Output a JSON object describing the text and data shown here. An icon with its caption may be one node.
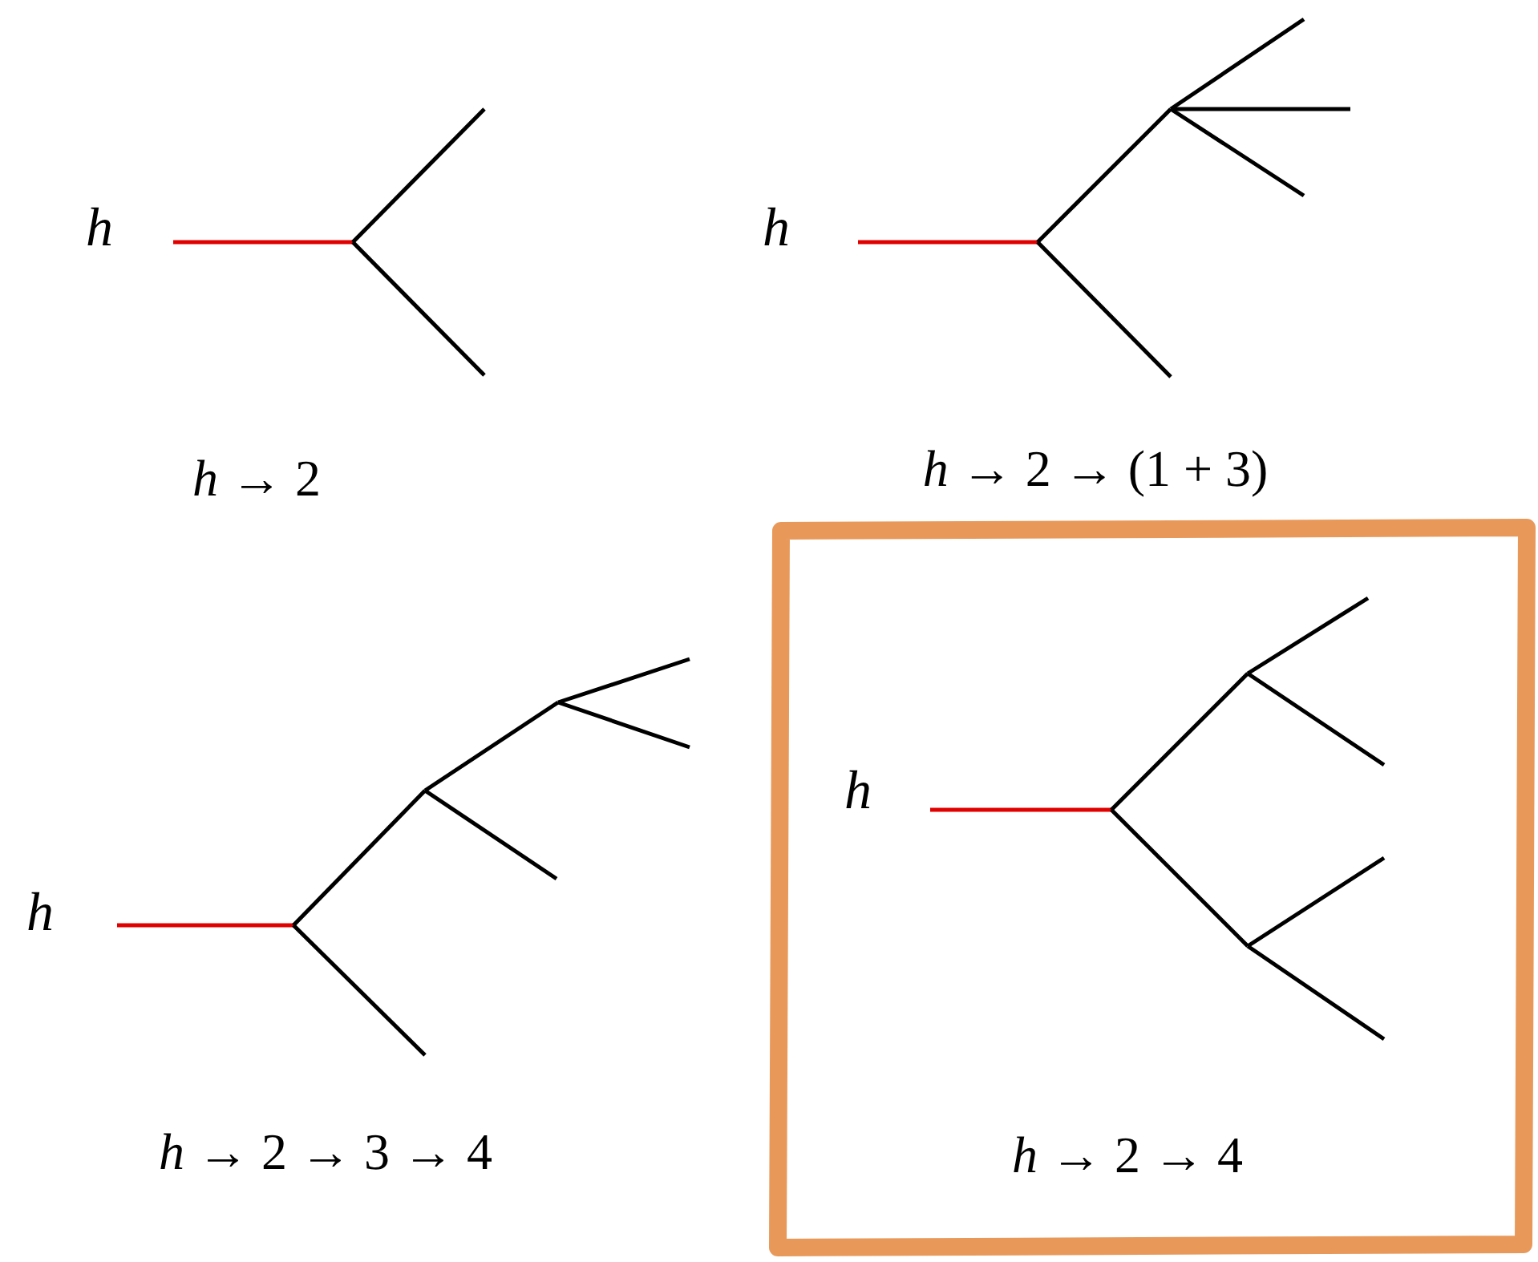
{
  "diagram": {
    "labels": [
      "h",
      "*h* → 2",
      "h",
      "*h* → 2 → (1 + 3)",
      "h",
      "*h* → 2 → 3 → 4",
      "h",
      "*h* → 2 → 4"
    ]
  }
}
